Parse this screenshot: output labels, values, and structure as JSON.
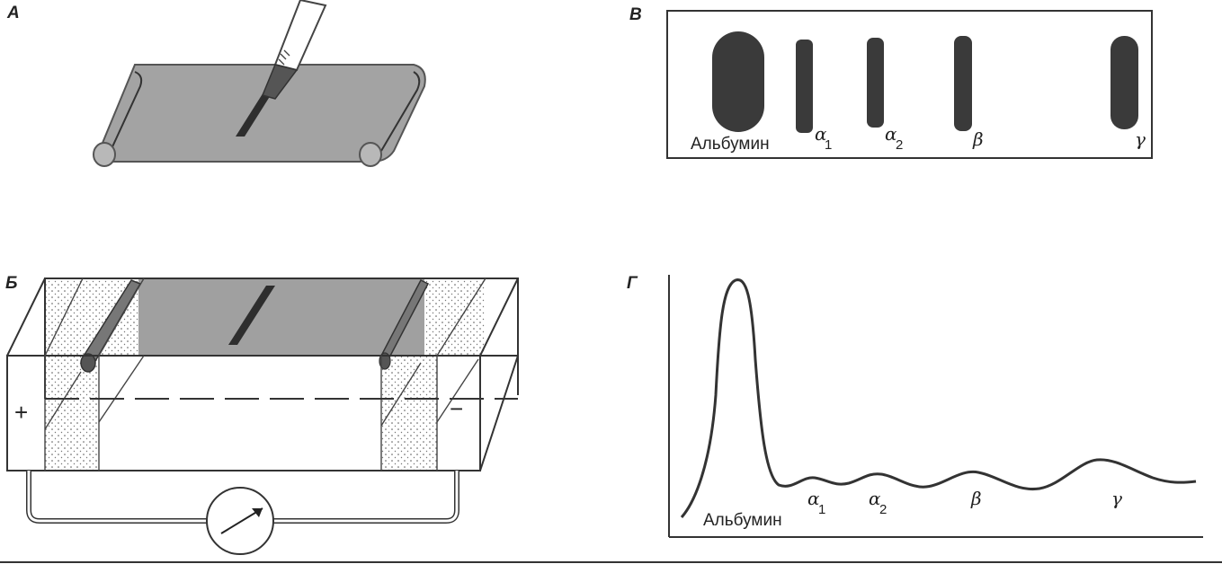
{
  "panels": {
    "a": {
      "label": "А"
    },
    "b": {
      "label": "Б",
      "anode_sign": "+",
      "cathode_sign": "−"
    },
    "v": {
      "label": "В",
      "fractions": [
        "Альбумин",
        "α",
        "α",
        "β",
        "γ"
      ],
      "subscripts": [
        "1",
        "2"
      ]
    },
    "g": {
      "label": "Г",
      "fractions": [
        "Альбумин",
        "α",
        "α",
        "β",
        "γ"
      ],
      "subscripts": [
        "1",
        "2"
      ]
    }
  },
  "colors": {
    "strip": "#9a9a9a",
    "band": "#3a3a3a",
    "line": "#333333"
  }
}
